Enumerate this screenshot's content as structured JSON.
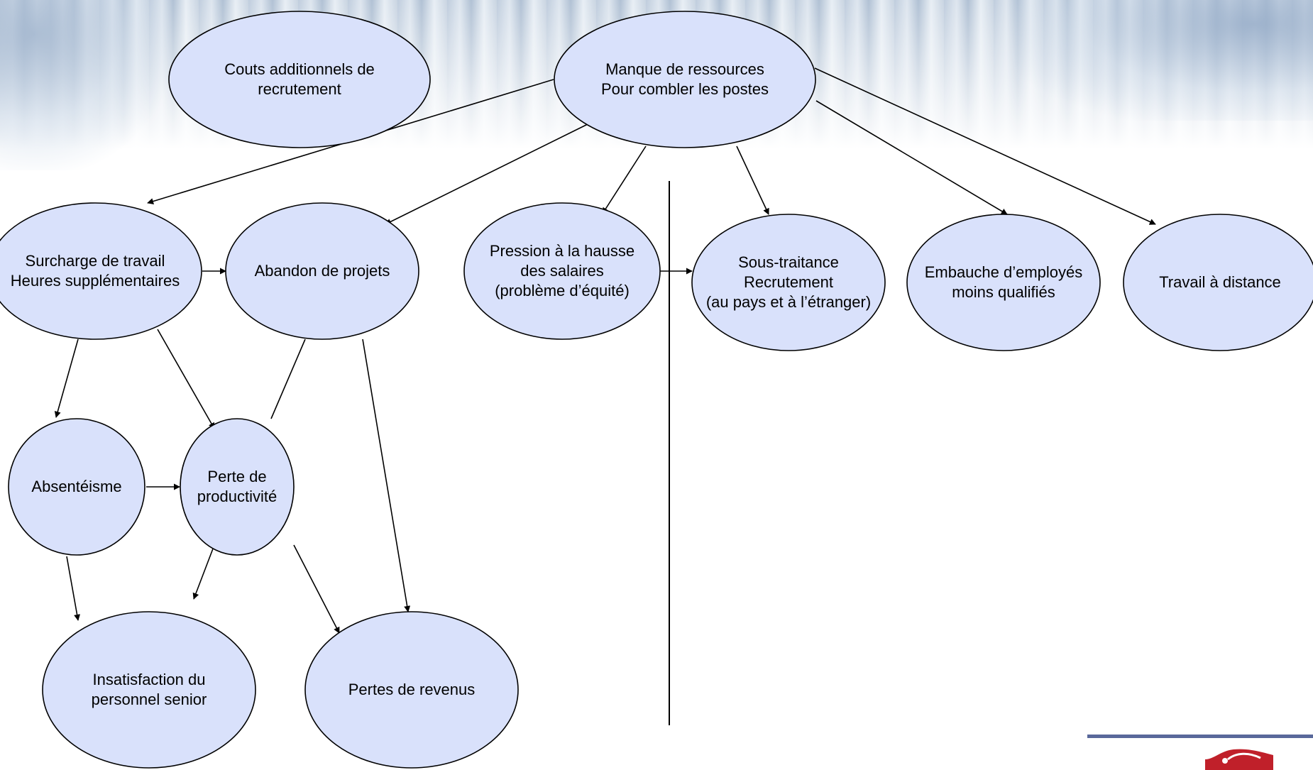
{
  "nodes": {
    "recruit_costs": "Couts additionnels de\nrecrutement",
    "lack_resources": "Manque de ressources\nPour combler les postes",
    "overload": "Surcharge de travail\nHeures supplémentaires",
    "abandon": "Abandon de projets",
    "salary_pressure": "Pression à la hausse\ndes salaires\n(problème d’équité)",
    "outsourcing": "Sous-traitance\nRecrutement\n(au pays et à l’étranger)",
    "less_qualified": "Embauche d’employés\nmoins qualifiés",
    "remote_work": "Travail à distance",
    "absenteeism": "Absentéisme",
    "productivity_loss": "Perte de\nproductivité",
    "senior_dissatisfaction": "Insatisfaction du\npersonnel senior",
    "revenue_loss": "Pertes de revenus"
  },
  "colors": {
    "node_fill": "#d9e1fb",
    "node_stroke": "#000000",
    "line": "#000000",
    "footer_rule": "#59689a",
    "logo": "#c0202a"
  }
}
